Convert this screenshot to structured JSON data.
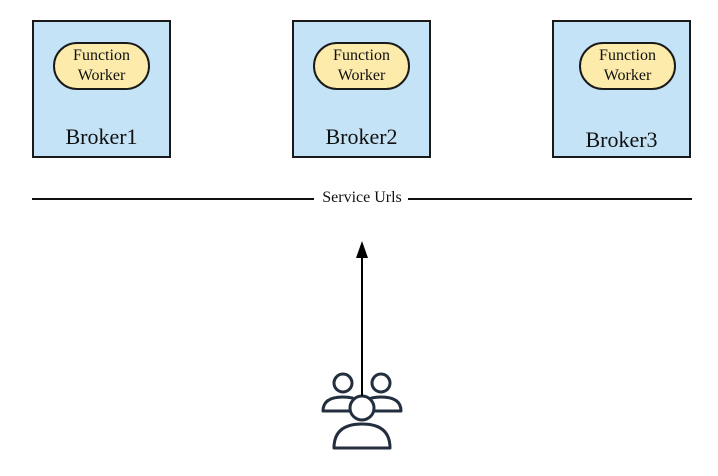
{
  "brokers": [
    {
      "label": "Broker1",
      "worker_line1": "Function",
      "worker_line2": "Worker"
    },
    {
      "label": "Broker2",
      "worker_line1": "Function",
      "worker_line2": "Worker"
    },
    {
      "label": "Broker3",
      "worker_line1": "Function",
      "worker_line2": "Worker"
    }
  ],
  "service_bus": {
    "label": "Service Urls"
  },
  "icons": {
    "users": "users-group-icon",
    "arrow": "arrow-up"
  },
  "colors": {
    "broker_fill": "#c5e3f6",
    "worker_fill": "#fcebaa",
    "stroke": "#1a1a1a",
    "icon": "#232f3e"
  }
}
